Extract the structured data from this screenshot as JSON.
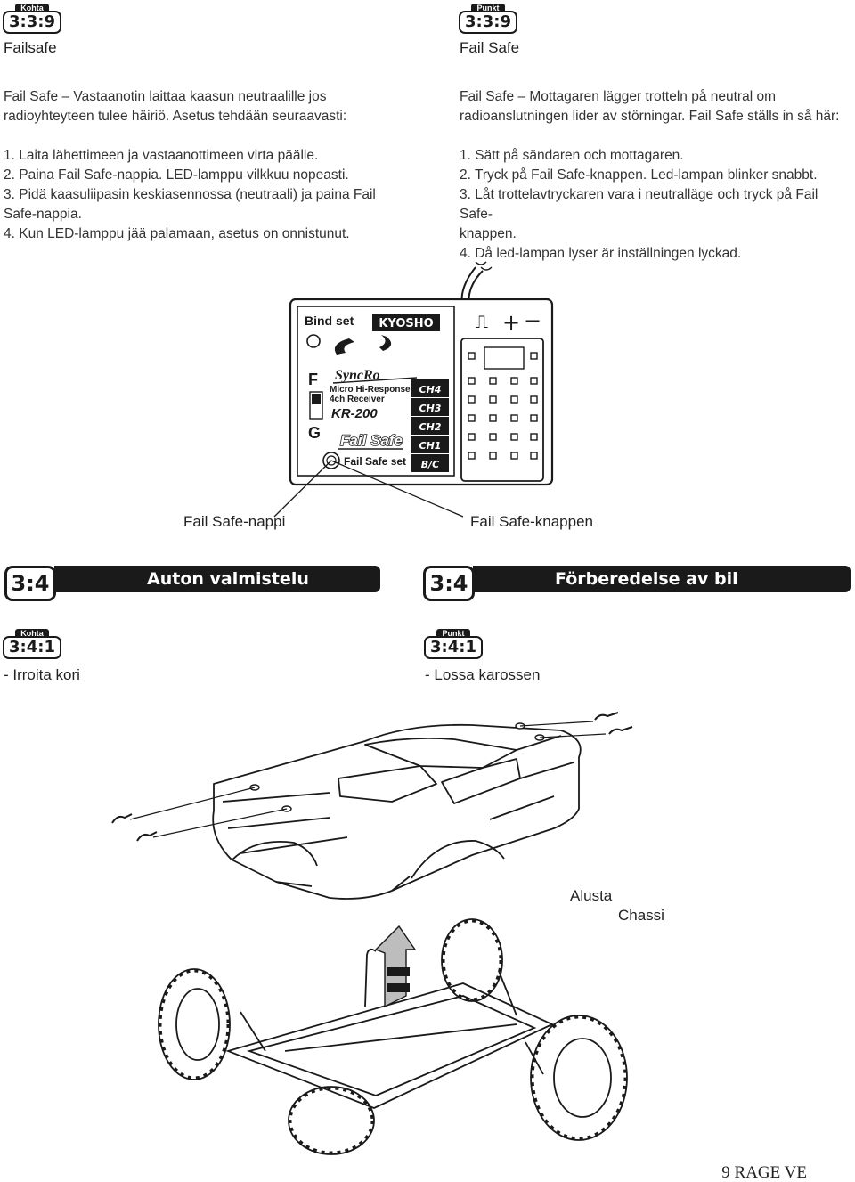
{
  "left": {
    "badge_tag": "Kohta",
    "badge_num": "3:3:9",
    "heading": "Failsafe",
    "intro": [
      "Fail Safe – Vastaanotin laittaa kaasun neutraalille jos",
      "radioyhteyteen tulee häiriö. Asetus tehdään seuraavasti:"
    ],
    "steps": [
      "1. Laita lähettimeen ja vastaanottimeen virta päälle.",
      "2. Paina Fail Safe-nappia. LED-lamppu vilkkuu nopeasti.",
      "3. Pidä kaasuliipasin keskiasennossa (neutraali) ja  paina Fail",
      "Safe-nappia.",
      "4. Kun LED-lamppu jää palamaan, asetus on onnistunut."
    ]
  },
  "right": {
    "badge_tag": "Punkt",
    "badge_num": "3:3:9",
    "heading": "Fail Safe",
    "intro": [
      "Fail Safe – Mottagaren lägger trotteln på neutral om",
      "radioanslutningen lider av störningar. Fail Safe ställs in så här:"
    ],
    "steps": [
      "1. Sätt på sändaren och mottagaren.",
      "2. Tryck på Fail Safe-knappen. Led-lampan blinker snabbt.",
      "3. Låt trottelavtryckaren vara i neutralläge och tryck på Fail Safe-",
      "knappen.",
      "4. Då led-lampan lyser är inställningen lyckad."
    ]
  },
  "receiver": {
    "bind_set": "Bind set",
    "brand": "KYOSHO",
    "f": "F",
    "g": "G",
    "syncro": "SyncRo",
    "micro": "Micro Hi-Response",
    "ch4rec": "4ch Receiver",
    "model": "KR-200",
    "failsafe_logo": "Fail Safe",
    "failsafe_set": "Fail Safe set",
    "channels": [
      "CH4",
      "CH3",
      "CH2",
      "CH1",
      "B/C"
    ],
    "pin_labels": [
      "⎍",
      "+",
      "−"
    ]
  },
  "callouts": {
    "fi": "Fail Safe-nappi",
    "sv": "Fail Safe-knappen"
  },
  "section34": {
    "left_num": "3:4",
    "left_title": "Auton valmistelu",
    "right_num": "3:4",
    "right_title": "Förberedelse av bil"
  },
  "sub341": {
    "left_tag": "Kohta",
    "left_num": "3:4:1",
    "left_text": "- Irroita kori",
    "right_tag": "Punkt",
    "right_num": "3:4:1",
    "right_text": "- Lossa karossen"
  },
  "car_labels": {
    "fi": "Alusta",
    "sv": "Chassi"
  },
  "footer": "9 RAGE VE"
}
